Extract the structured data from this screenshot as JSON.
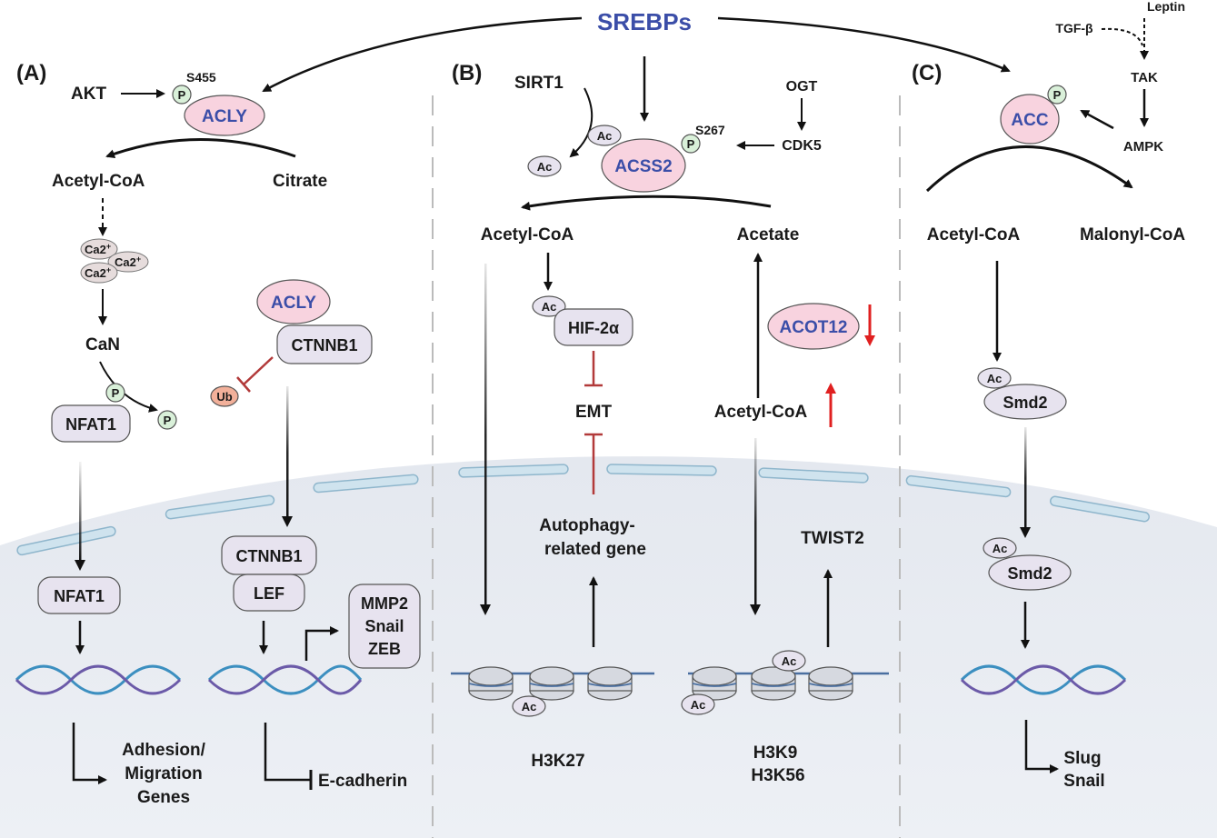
{
  "title": "SREBPs",
  "panels": {
    "A": {
      "label": "(A)",
      "akt": "AKT",
      "site": "S455",
      "p": "P",
      "acly": "ACLY",
      "acetyl_coa": "Acetyl-CoA",
      "citrate": "Citrate",
      "ca": "Ca2",
      "ca_plus": "+",
      "can": "CaN",
      "nfat1": "NFAT1",
      "nfat1_nucleus": "NFAT1",
      "acly2": "ACLY",
      "ctnnb1": "CTNNB1",
      "ub": "Ub",
      "ctnnb1_nucleus": "CTNNB1",
      "lef": "LEF",
      "targets": [
        "MMP2",
        "Snail",
        "ZEB"
      ],
      "output_left": [
        "Adhesion/",
        "Migration",
        "Genes"
      ],
      "output_right": "E-cadherin"
    },
    "B": {
      "label": "(B)",
      "sirt1": "SIRT1",
      "ac": "Ac",
      "acss2": "ACSS2",
      "site": "S267",
      "p": "P",
      "ogt": "OGT",
      "cdk5": "CDK5",
      "acetyl_coa": "Acetyl-CoA",
      "acetate": "Acetate",
      "hif": "HIF-2α",
      "acot12": "ACOT12",
      "emt": "EMT",
      "acetyl_coa2": "Acetyl-CoA",
      "autophagy": [
        "Autophagy-",
        "related gene"
      ],
      "twist2": "TWIST2",
      "h3k27": "H3K27",
      "h3k9": "H3K9",
      "h3k56": "H3K56"
    },
    "C": {
      "label": "(C)",
      "leptin": "Leptin",
      "tgf": "TGF-β",
      "tak": "TAK",
      "ampk": "AMPK",
      "acc": "ACC",
      "p": "P",
      "acetyl_coa": "Acetyl-CoA",
      "malonyl_coa": "Malonyl-CoA",
      "ac": "Ac",
      "smd2": "Smd2",
      "smd2_nucleus": "Smd2",
      "output": [
        "Slug",
        "Snail"
      ]
    }
  },
  "colors": {
    "enzyme_fill": "#f8d3df",
    "enzyme_text": "#3b4ea8",
    "protein_fill": "#e7e3ef",
    "p_fill": "#d9f0d9",
    "ub_fill": "#f2b09a",
    "nucleus_fill": "#e9ecf2",
    "membrane": "#b9d3e2",
    "dna_blue": "#3c8fc0",
    "dna_purple": "#6b5aa8",
    "inhibit_red": "#b23a3a",
    "arrow_red": "#e02020"
  }
}
